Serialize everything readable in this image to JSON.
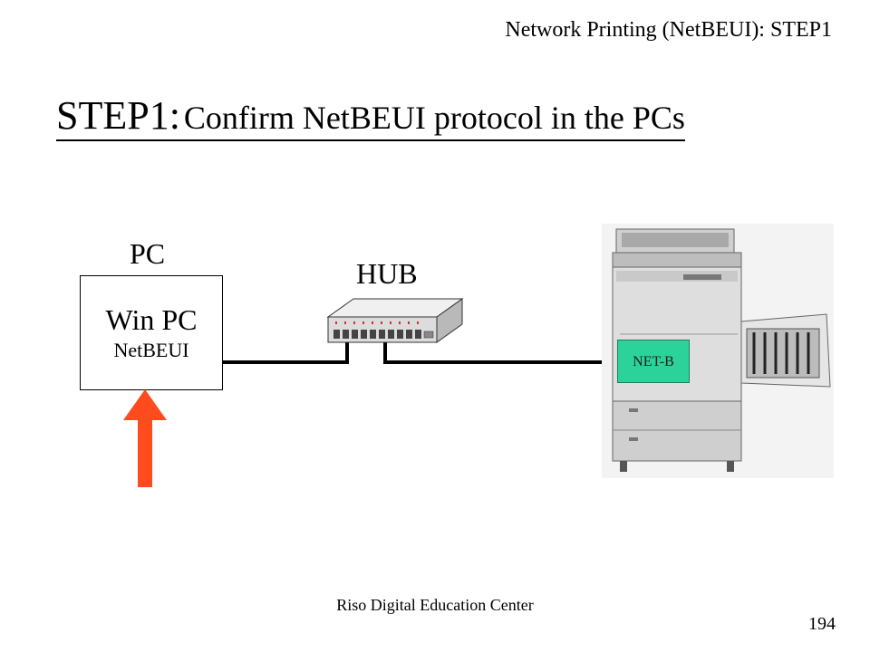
{
  "header": {
    "title": "Network Printing (NetBEUI): STEP1"
  },
  "main_title": {
    "step": "STEP1:",
    "text": "Confirm NetBEUI protocol in the PCs"
  },
  "diagram": {
    "pc_label": "PC",
    "pc_name": "Win PC",
    "pc_protocol": "NetBEUI",
    "hub_label": "HUB",
    "netcard_label": "NET-B",
    "colors": {
      "arrow": "#ff4b1e",
      "netcard": "#2bd39a",
      "cable": "#000000"
    }
  },
  "footer": {
    "text": "Riso Digital Education Center",
    "page_number": "194"
  }
}
